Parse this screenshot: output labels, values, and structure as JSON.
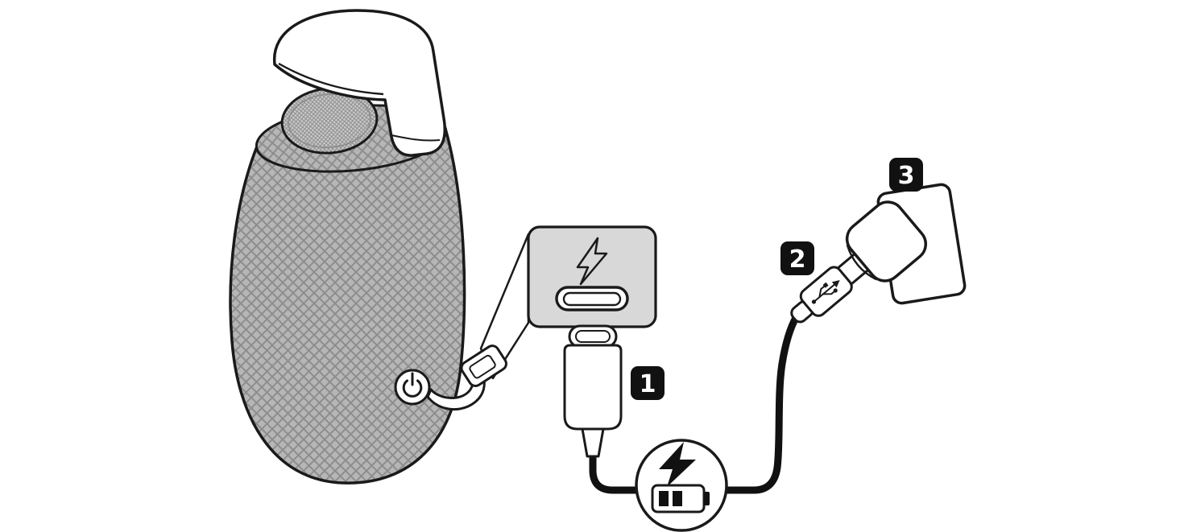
{
  "diagram": {
    "subject": "portable-speaker-charging-instruction",
    "steps": [
      {
        "number": "1",
        "name": "usb-c-connector"
      },
      {
        "number": "2",
        "name": "usb-power-adapter-plug"
      },
      {
        "number": "3",
        "name": "wall-outlet"
      }
    ],
    "callout": {
      "icons": [
        "lightning-bolt-icon",
        "usb-c-port"
      ]
    },
    "charging_indicator": {
      "icons": [
        "lightning-bolt-icon",
        "battery-level-icon"
      ]
    },
    "speaker": {
      "icons": [
        "power-icon"
      ]
    },
    "colors": {
      "background": "#ffffff",
      "outline": "#1a1a1a",
      "speaker_fabric": "#b6b6b6",
      "hatch_line": "#8d8d8d",
      "grille_fill": "#cccccc",
      "callout_background": "#d8d8d8",
      "badge_background": "#111111",
      "badge_text": "#ffffff",
      "cable": "#111111"
    }
  }
}
